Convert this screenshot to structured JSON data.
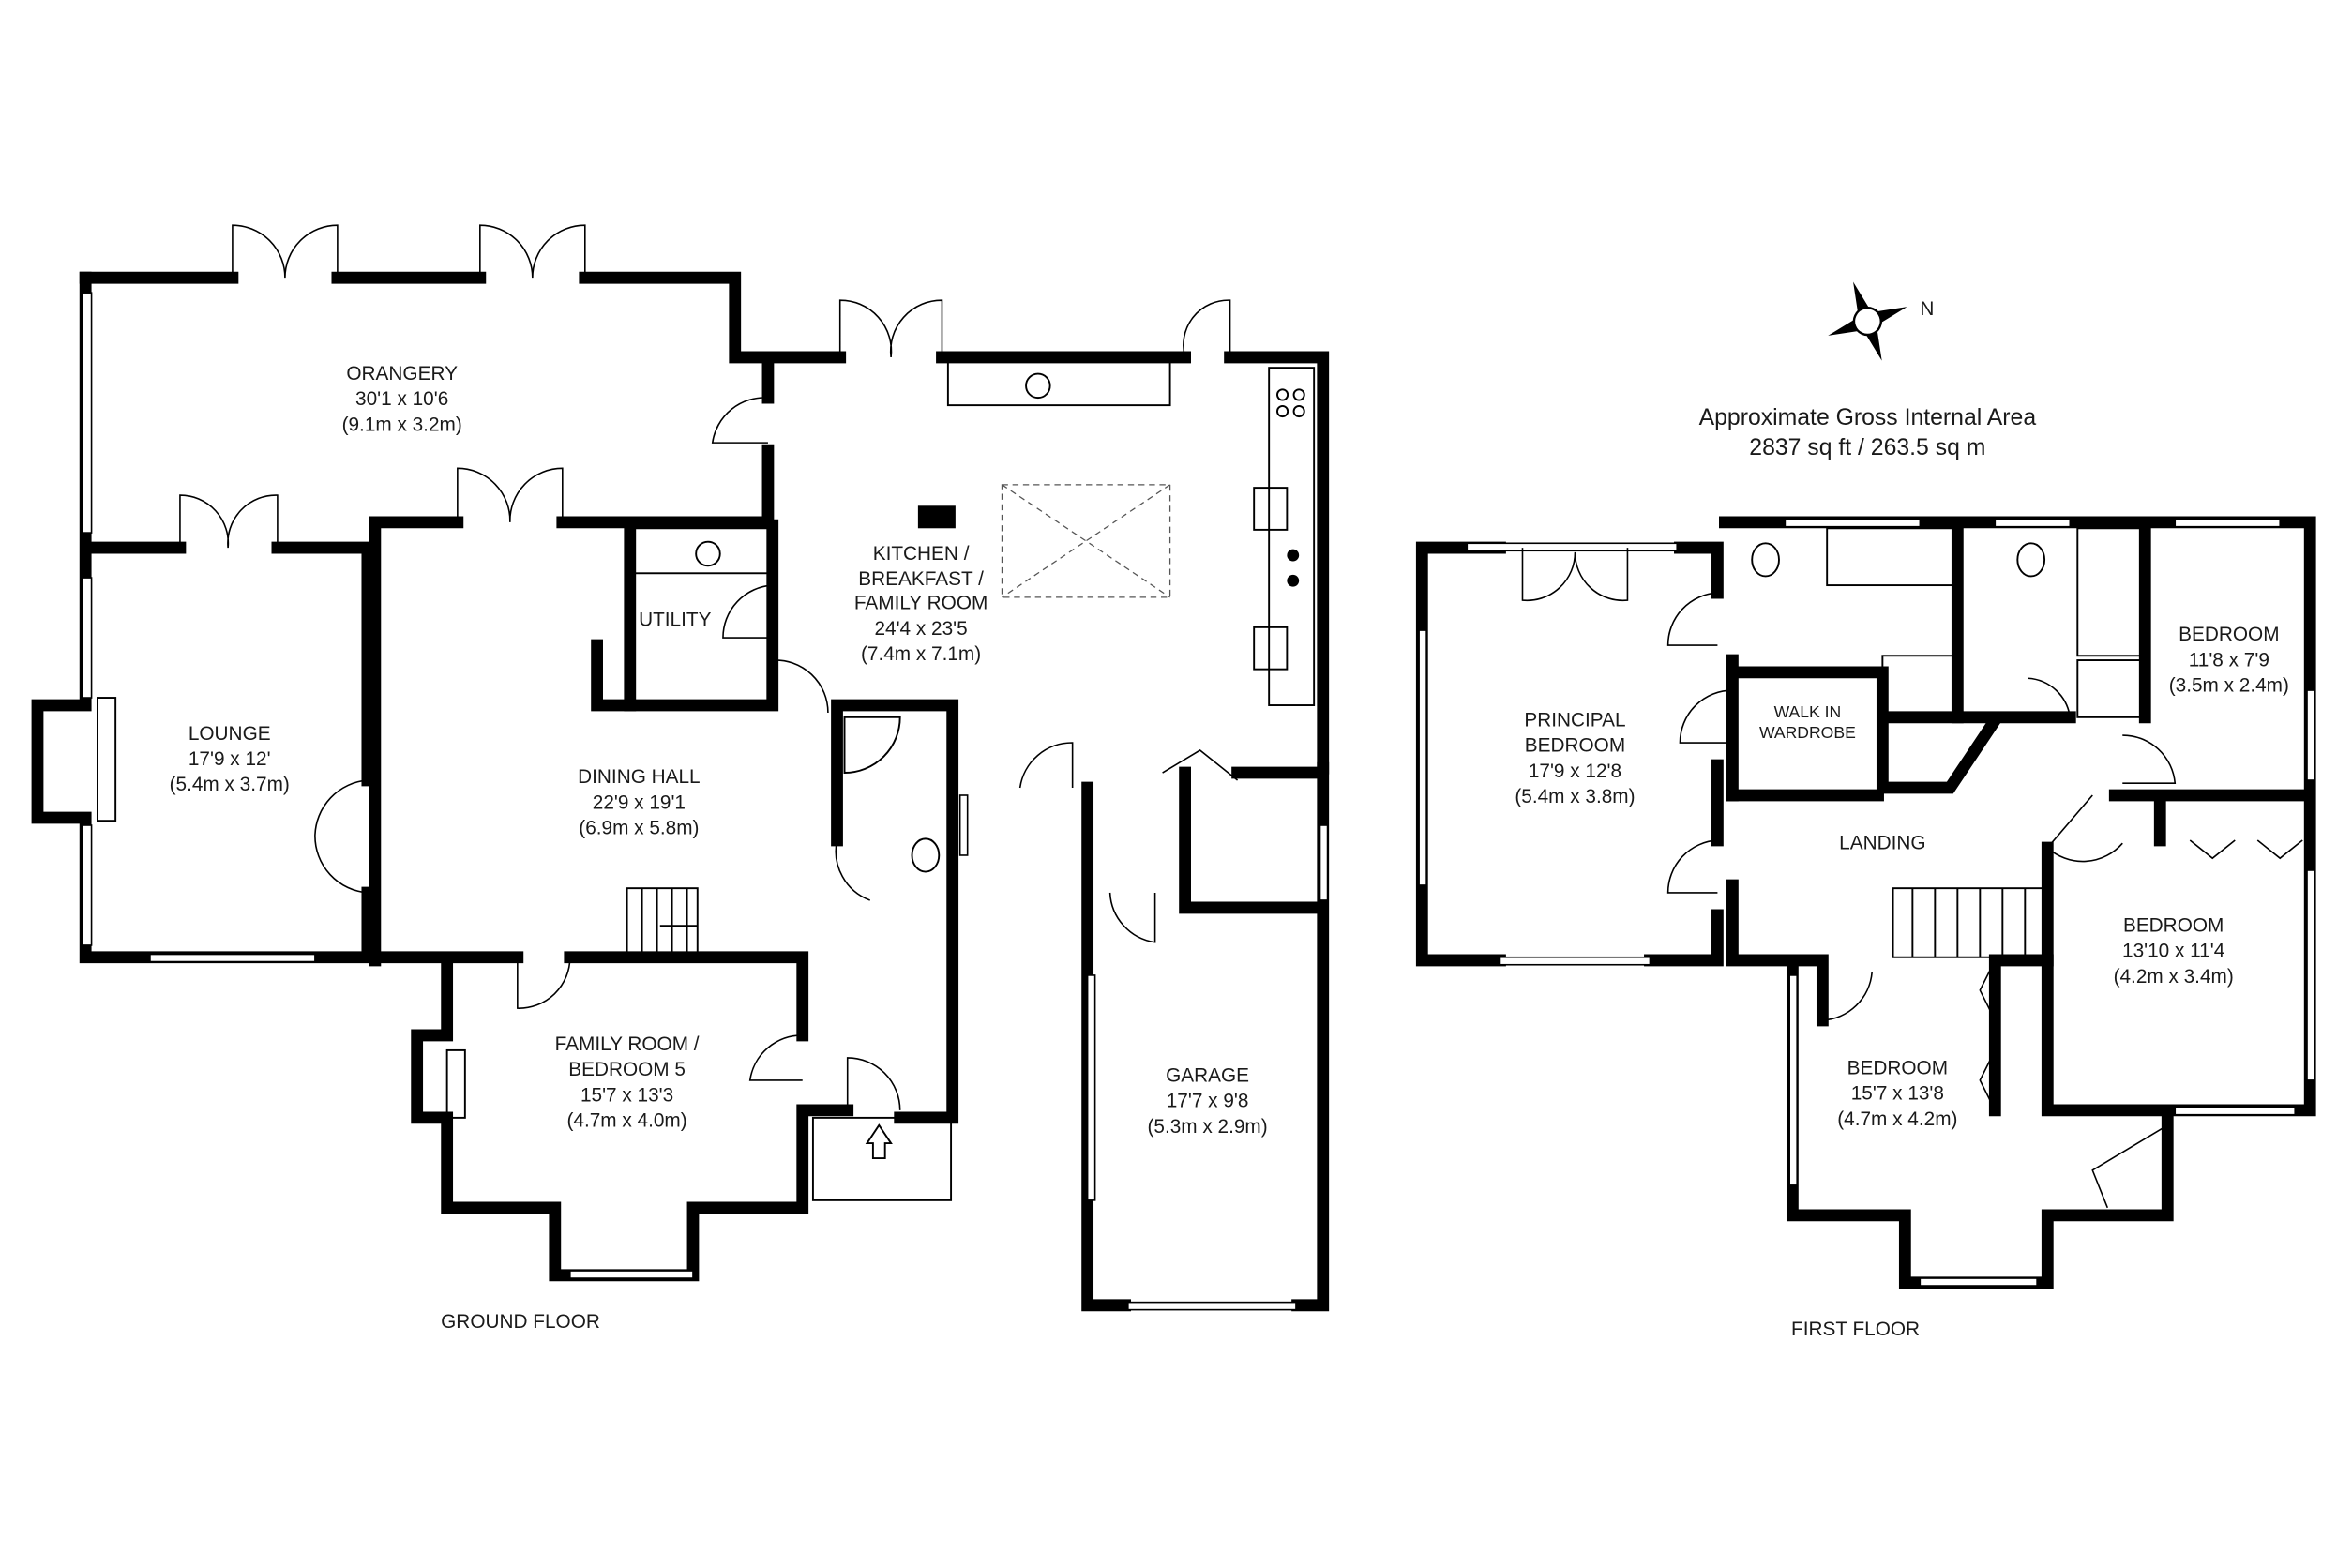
{
  "area": {
    "title": "Approximate Gross Internal Area",
    "value": "2837 sq ft / 263.5 sq m"
  },
  "compass": {
    "label": "N",
    "icon": "north-compass-icon"
  },
  "ground_floor": {
    "label": "GROUND FLOOR",
    "rooms": {
      "orangery": {
        "name": "ORANGERY",
        "size_ft": "30'1 x 10'6",
        "size_m": "(9.1m x 3.2m)"
      },
      "lounge": {
        "name": "LOUNGE",
        "size_ft": "17'9 x 12'",
        "size_m": "(5.4m x 3.7m)"
      },
      "utility": {
        "name": "UTILITY"
      },
      "kitchen": {
        "name1": "KITCHEN /",
        "name2": "BREAKFAST /",
        "name3": "FAMILY ROOM",
        "size_ft": "24'4 x 23'5",
        "size_m": "(7.4m x 7.1m)"
      },
      "dining": {
        "name": "DINING HALL",
        "size_ft": "22'9 x 19'1",
        "size_m": "(6.9m x 5.8m)"
      },
      "family": {
        "name1": "FAMILY ROOM /",
        "name2": "BEDROOM 5",
        "size_ft": "15'7 x 13'3",
        "size_m": "(4.7m x 4.0m)"
      },
      "garage": {
        "name": "GARAGE",
        "size_ft": "17'7 x 9'8",
        "size_m": "(5.3m x 2.9m)"
      }
    }
  },
  "first_floor": {
    "label": "FIRST FLOOR",
    "rooms": {
      "principal": {
        "name1": "PRINCIPAL",
        "name2": "BEDROOM",
        "size_ft": "17'9 x 12'8",
        "size_m": "(5.4m x 3.8m)"
      },
      "wardrobe": {
        "name1": "WALK IN",
        "name2": "WARDROBE"
      },
      "landing": {
        "name": "LANDING"
      },
      "bedroom_ne": {
        "name": "BEDROOM",
        "size_ft": "11'8 x 7'9",
        "size_m": "(3.5m x 2.4m)"
      },
      "bedroom_e": {
        "name": "BEDROOM",
        "size_ft": "13'10 x 11'4",
        "size_m": "(4.2m x 3.4m)"
      },
      "bedroom_s": {
        "name": "BEDROOM",
        "size_ft": "15'7 x 13'8",
        "size_m": "(4.7m x 4.2m)"
      }
    }
  }
}
